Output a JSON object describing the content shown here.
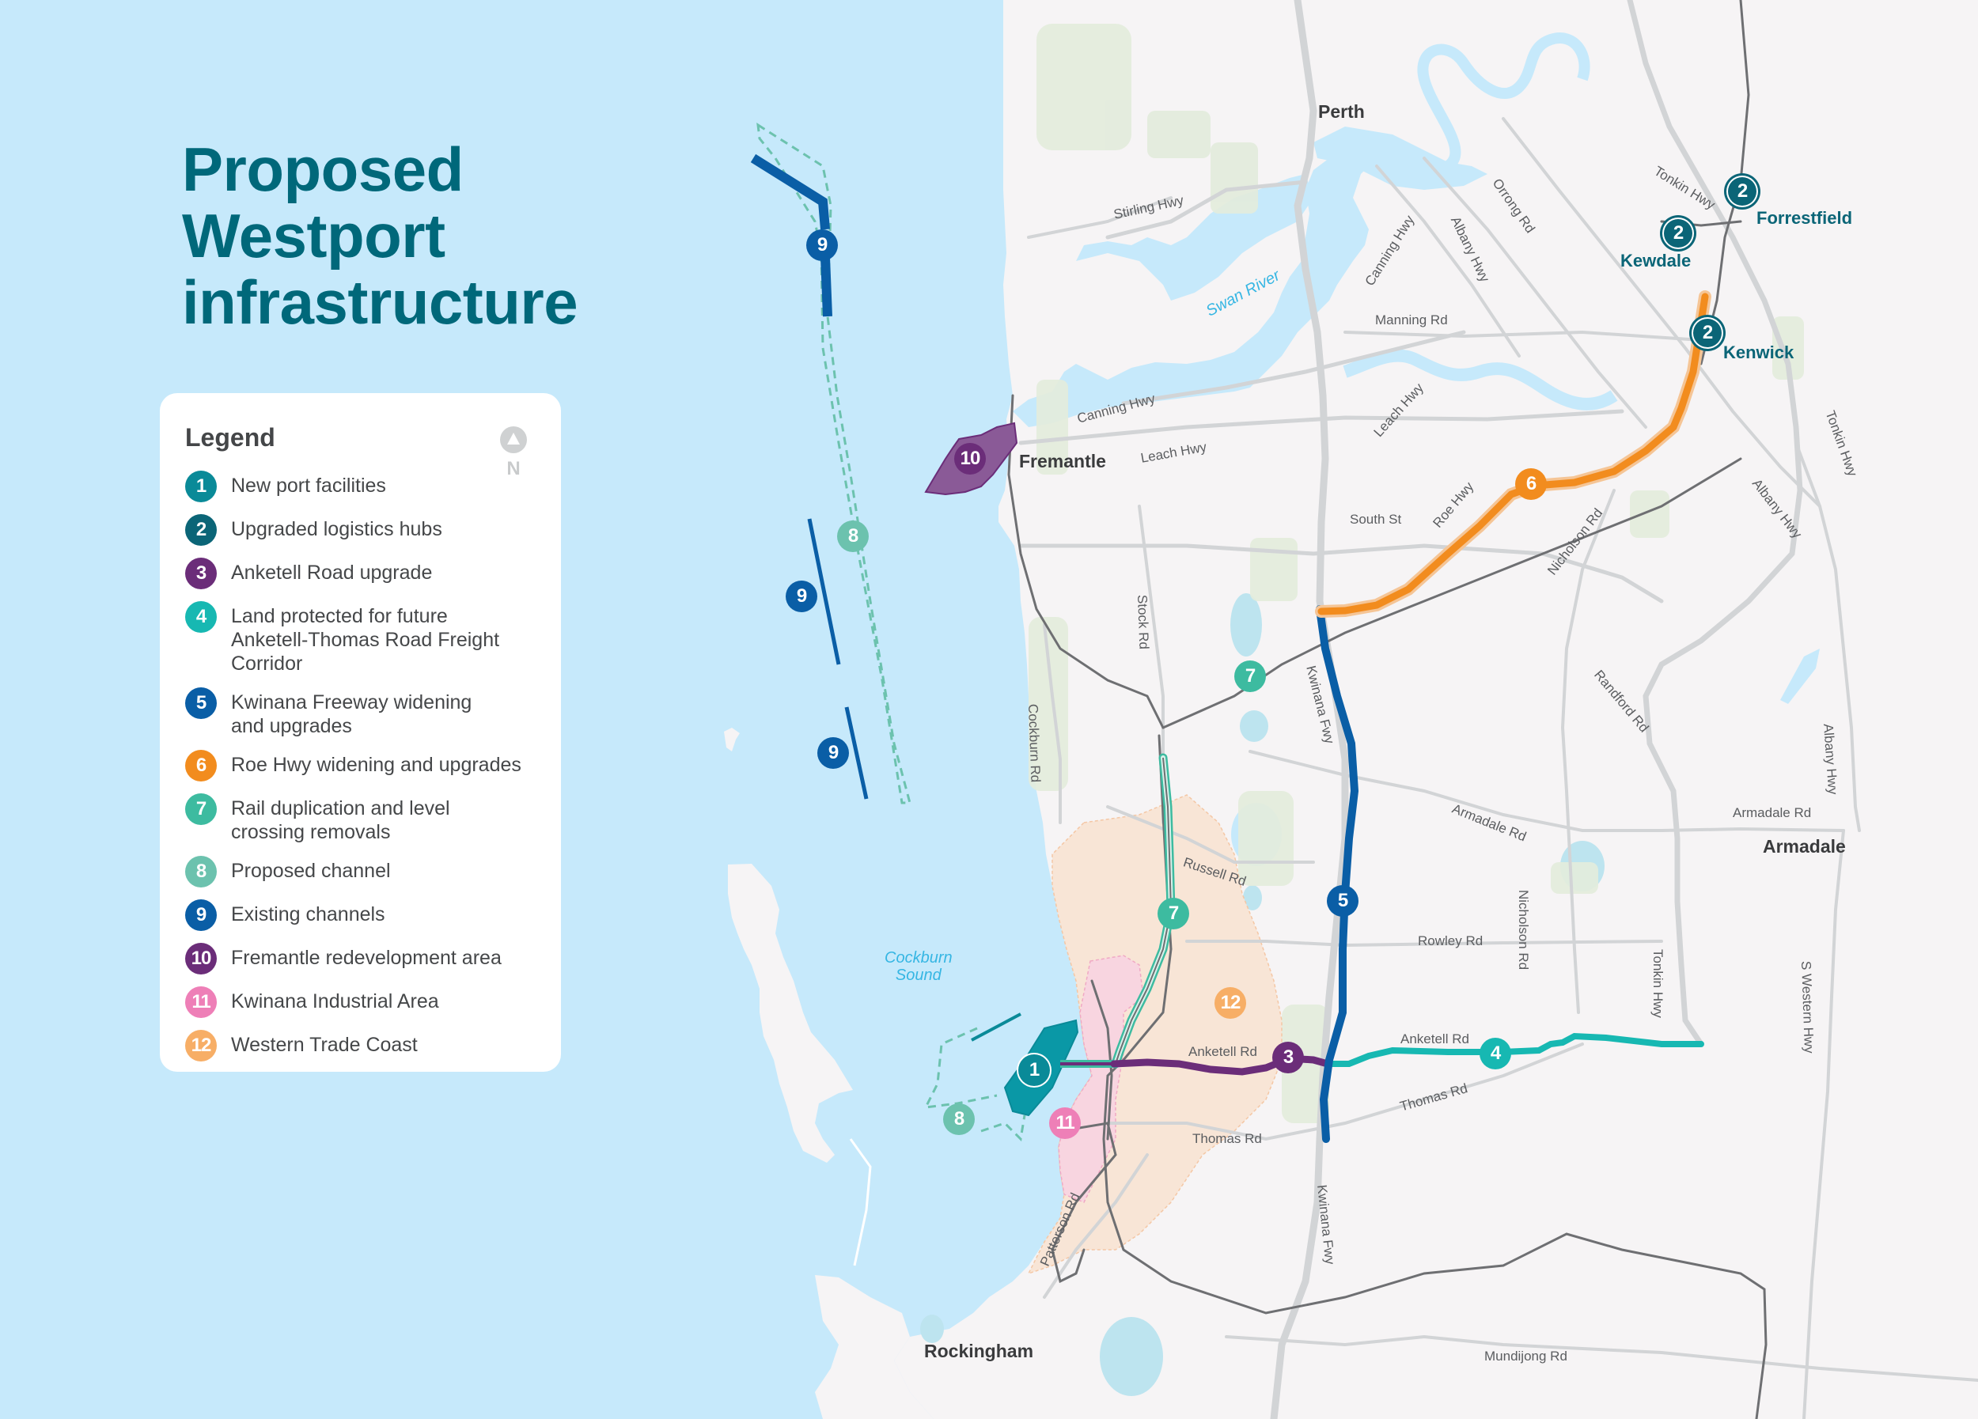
{
  "title": {
    "line1": "Proposed",
    "line2": "Westport",
    "line3": "infrastructure"
  },
  "legend": {
    "title": "Legend",
    "north_label": "N",
    "north_icon": "north-arrow-icon",
    "items": [
      {
        "num": "1",
        "label": "New port facilities",
        "color": "#0a8a98"
      },
      {
        "num": "2",
        "label": "Upgraded logistics hubs",
        "color": "#0b6577"
      },
      {
        "num": "3",
        "label": "Anketell Road upgrade",
        "color": "#6b2d79"
      },
      {
        "num": "4",
        "label": "Land protected for future\nAnketell-Thomas Road Freight\nCorridor",
        "color": "#17b8b2"
      },
      {
        "num": "5",
        "label": "Kwinana Freeway widening\nand upgrades",
        "color": "#0a5ea6"
      },
      {
        "num": "6",
        "label": "Roe Hwy widening and upgrades",
        "color": "#f28c1e"
      },
      {
        "num": "7",
        "label": "Rail duplication and level\ncrossing removals",
        "color": "#3dbba0"
      },
      {
        "num": "8",
        "label": "Proposed channel",
        "color": "#6cc2ae"
      },
      {
        "num": "9",
        "label": "Existing channels",
        "color": "#0a5ea6"
      },
      {
        "num": "10",
        "label": "Fremantle redevelopment area",
        "color": "#6b2d79"
      },
      {
        "num": "11",
        "label": "Kwinana Industrial Area",
        "color": "#ee7fb7"
      },
      {
        "num": "12",
        "label": "Western Trade Coast",
        "color": "#f7ae66"
      }
    ]
  },
  "map": {
    "colors": {
      "water": "#c6e9fb",
      "land": "#f6f4f5",
      "park": "#e3ecdc",
      "road_major": "#d2d4d6",
      "rail": "#6e6f72",
      "wtc_area": "#f8e5d6",
      "kia_area": "#f8d5e0"
    },
    "places": {
      "perth": "Perth",
      "fremantle": "Fremantle",
      "armadale": "Armadale",
      "rockingham": "Rockingham"
    },
    "hubs": {
      "forrestfield": "Forrestfield",
      "kewdale": "Kewdale",
      "kenwick": "Kenwick"
    },
    "water_labels": {
      "swan_river": "Swan River",
      "cockburn_sound": "Cockburn\nSound"
    },
    "roads": {
      "stirling_hwy": "Stirling Hwy",
      "canning_hwy_north": "Canning Hwy",
      "albany_hwy_north": "Albany Hwy",
      "orrong_rd": "Orrong Rd",
      "tonkin_hwy_north": "Tonkin Hwy",
      "manning_rd": "Manning Rd",
      "canning_hwy": "Canning Hwy",
      "leach_hwy_west": "Leach Hwy",
      "leach_hwy_east": "Leach Hwy",
      "south_st": "South St",
      "roe_hwy": "Roe Hwy",
      "nicholson_rd_north": "Nicholson Rd",
      "tonkin_hwy_east": "Tonkin Hwy",
      "albany_hwy_east": "Albany Hwy",
      "randford_rd": "Randford Rd",
      "albany_hwy_south": "Albany Hwy",
      "armadale_rd_east": "Armadale Rd",
      "stock_rd": "Stock Rd",
      "kwinana_fwy_north": "Kwinana Fwy",
      "cockburn_rd": "Cockburn Rd",
      "armadale_rd": "Armadale Rd",
      "russell_rd": "Russell Rd",
      "nicholson_rd_south": "Nicholson Rd",
      "rowley_rd": "Rowley Rd",
      "tonkin_hwy_south": "Tonkin Hwy",
      "s_western_hwy": "S Western Hwy",
      "anketell_rd_west": "Anketell Rd",
      "anketell_rd_east": "Anketell Rd",
      "thomas_rd_east": "Thomas Rd",
      "thomas_rd_west": "Thomas Rd",
      "patterson_rd": "Patterson Rd",
      "kwinana_fwy_south": "Kwinana Fwy",
      "mundijong_rd": "Mundijong Rd"
    },
    "markers": {
      "m1": "1",
      "m2a": "2",
      "m2b": "2",
      "m2c": "2",
      "m3": "3",
      "m4": "4",
      "m5": "5",
      "m6": "6",
      "m7a": "7",
      "m7b": "7",
      "m8a": "8",
      "m8b": "8",
      "m9a": "9",
      "m9b": "9",
      "m9c": "9",
      "m10": "10",
      "m11": "11",
      "m12": "12"
    }
  }
}
